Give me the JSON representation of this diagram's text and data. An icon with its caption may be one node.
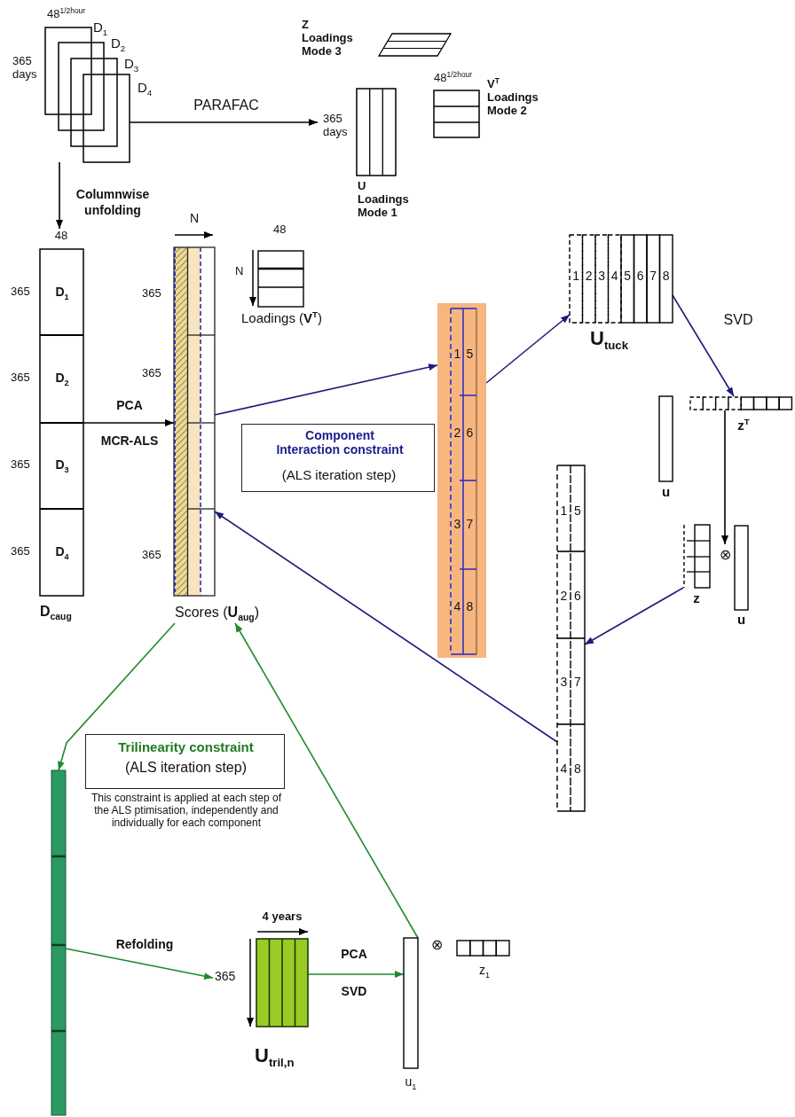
{
  "diagram": {
    "nodes": [
      {
        "text": [
          "48$^{1/2hour}$",
          "365 days",
          "D$_{1}$",
          "D$_{2}$",
          "D$_{3}$",
          "D$_{4}$"
        ]
      },
      {
        "text": [
          "Z Loadings Mode 3"
        ]
      },
      {
        "text": [
          "365 days",
          "U Loadings Mode 1"
        ]
      },
      {
        "text": [
          "48$^{1/2hour}$",
          "V$^{T}$ Loadings Mode 2"
        ]
      },
      {
        "text": [
          "48",
          "365",
          "D$_{1}$",
          "365",
          "D$_{2}$",
          "365",
          "D$_{3}$",
          "365",
          "D$_{4}$",
          "D$_{caug}$"
        ]
      },
      {
        "text": [
          "N",
          "365",
          "365",
          "365"
        ]
      },
      {
        "text": [
          "Scores (**U**$_{aug}$)"
        ]
      },
      {
        "text": [
          "48",
          "N",
          "Loadings (**V**$^{T}$)"
        ]
      },
      {
        "text": [
          "Component Interaction constraint",
          "(ALS iteration step)"
        ]
      },
      {
        "text": [
          "1",
          "5",
          "2",
          "6",
          "3",
          "7",
          "4",
          "8"
        ]
      },
      {
        "text": [
          "1",
          "2",
          "3",
          "4",
          "5",
          "6",
          "7",
          "8",
          "U$_{tuck}$"
        ]
      },
      {
        "text": [
          "u"
        ]
      },
      {
        "text": [
          "z$^{T}$"
        ]
      },
      {
        "text": [
          "z"
        ]
      },
      {
        "text": [
          "⊗"
        ]
      },
      {
        "text": [
          "u"
        ]
      },
      {
        "text": [
          "1",
          "5",
          "2",
          "6",
          "3",
          "7",
          "4",
          "8"
        ]
      },
      {
        "text": [
          "Trilinearity constraint",
          "(ALS iteration step)"
        ],
        "beside": [
          "This constraint is applied at each step of the ALS ptimisation, independently and individually for each component"
        ]
      },
      {
        "text": [],
        "shape": "bar"
      },
      {
        "text": [
          "4 years",
          "365",
          "U$_{tril,n}$"
        ]
      },
      {
        "text": [
          "u$_{1}$"
        ]
      },
      {
        "text": [
          "z$_{1}$"
        ]
      }
    ],
    "edges": [
      {
        "from": 0,
        "to": 2,
        "arrow": "to",
        "label": "PARAFAC",
        "color": "#000000"
      },
      {
        "from": 0,
        "to": 4,
        "arrow": "to",
        "label": "Columnwise unfolding",
        "color": "#000000"
      },
      {
        "from": 4,
        "to": 5,
        "arrow": "to",
        "label": "PCA MCR-ALS",
        "color": "#000000"
      },
      {
        "from": 5,
        "to": 9,
        "arrow": "to"
      },
      {
        "from": 9,
        "to": 10,
        "arrow": "to"
      },
      {
        "from": 10,
        "to": 12,
        "arrow": "to",
        "label": "SVD"
      },
      {
        "from": 12,
        "to": 14,
        "arrow": "to",
        "color": "#000000"
      },
      {
        "from": 13,
        "to": 16,
        "arrow": "to"
      },
      {
        "from": 16,
        "to": 5,
        "arrow": "to"
      },
      {
        "from": 6,
        "to": 18,
        "arrow": "to",
        "color": "#1f8a2a"
      },
      {
        "from": 18,
        "to": 19,
        "arrow": "to",
        "label": "Refolding",
        "color": "#1f8a2a"
      },
      {
        "from": 19,
        "to": 20,
        "arrow": "to",
        "label": "PCA SVD",
        "color": "#1f8a2a"
      },
      {
        "from": 20,
        "to": 6,
        "arrow": "to",
        "color": "#1f8a2a"
      }
    ],
    "labels": [
      "⊗"
    ]
  }
}
